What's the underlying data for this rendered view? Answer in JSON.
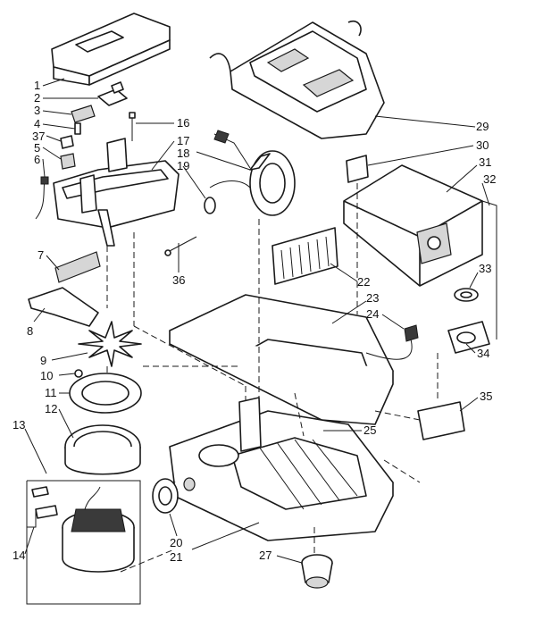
{
  "parts": [
    {
      "id": "p1",
      "label": "1"
    },
    {
      "id": "p2",
      "label": "2"
    },
    {
      "id": "p3",
      "label": "3"
    },
    {
      "id": "p4",
      "label": "4"
    },
    {
      "id": "p37",
      "label": "37"
    },
    {
      "id": "p5",
      "label": "5"
    },
    {
      "id": "p6",
      "label": "6"
    },
    {
      "id": "p7",
      "label": "7"
    },
    {
      "id": "p8",
      "label": "8"
    },
    {
      "id": "p9",
      "label": "9"
    },
    {
      "id": "p10",
      "label": "10"
    },
    {
      "id": "p11",
      "label": "11"
    },
    {
      "id": "p12",
      "label": "12"
    },
    {
      "id": "p13",
      "label": "13"
    },
    {
      "id": "p14",
      "label": "14"
    },
    {
      "id": "p16",
      "label": "16"
    },
    {
      "id": "p17",
      "label": "17"
    },
    {
      "id": "p18",
      "label": "18"
    },
    {
      "id": "p19",
      "label": "19"
    },
    {
      "id": "p36",
      "label": "36"
    },
    {
      "id": "p20",
      "label": "20"
    },
    {
      "id": "p21",
      "label": "21"
    },
    {
      "id": "p22",
      "label": "22"
    },
    {
      "id": "p23",
      "label": "23"
    },
    {
      "id": "p24",
      "label": "24"
    },
    {
      "id": "p25",
      "label": "25"
    },
    {
      "id": "p27",
      "label": "27"
    },
    {
      "id": "p29",
      "label": "29"
    },
    {
      "id": "p30",
      "label": "30"
    },
    {
      "id": "p31",
      "label": "31"
    },
    {
      "id": "p32",
      "label": "32"
    },
    {
      "id": "p33",
      "label": "33"
    },
    {
      "id": "p34",
      "label": "34"
    },
    {
      "id": "p35",
      "label": "35"
    }
  ]
}
